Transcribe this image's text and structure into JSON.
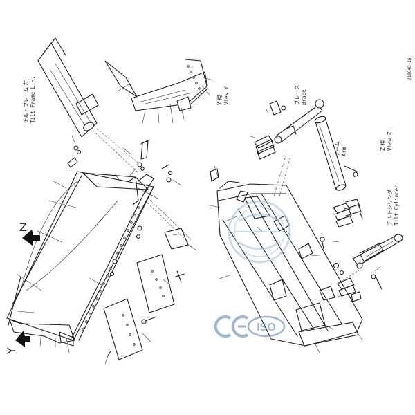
{
  "labels": {
    "tilt_frame_jp": "チルトフレーム 左",
    "tilt_frame_en": "Tilt Frame L.H.",
    "view_y_jp": "Y 視",
    "view_y_en": "View Y",
    "brace_jp": "ブレース",
    "brace_en": "Brace",
    "arm_jp": "アーム",
    "arm_en": "Arm",
    "view_z_jp": "Z 視",
    "view_z_en": "View Z",
    "tilt_cyl_jp": "チルトシリンダ",
    "tilt_cyl_en": "Tilt Cylinder",
    "marker_z": "Z",
    "marker_y": "Y",
    "drawing_code": "J16640-16"
  },
  "watermark": {
    "ce": "CE",
    "iso": "ISO",
    "colors": {
      "blue": "#4a7ab8",
      "light_blue": "#9fbde0"
    }
  }
}
